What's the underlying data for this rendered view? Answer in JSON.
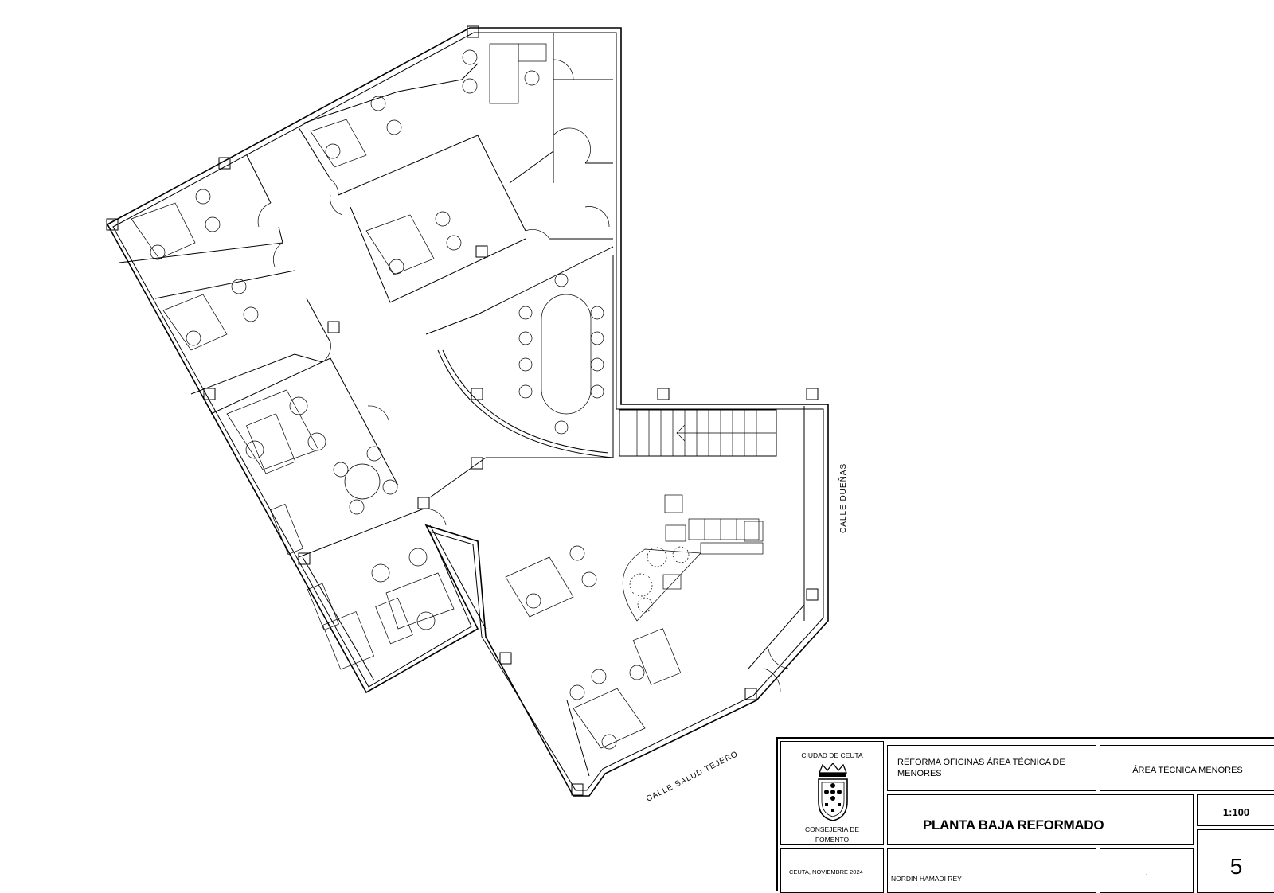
{
  "plan": {
    "street_east": "CALLE DUEÑAS",
    "street_south": "CALLE SALUD TEJERO"
  },
  "title_block": {
    "owner_city": "CIUDAD DE CEUTA",
    "owner_department": "CONSEJERIA DE FOMENTO",
    "project": "REFORMA OFICINAS ÁREA TÉCNICA DE MENORES",
    "area": "ÁREA TÉCNICA MENORES",
    "drawing_title": "PLANTA BAJA REFORMADO",
    "scale": "1:100",
    "date": "CEUTA, NOVIEMBRE 2024",
    "author": "NORDIN HAMADI REY",
    "blank_field": ".",
    "sheet_number": "5"
  }
}
